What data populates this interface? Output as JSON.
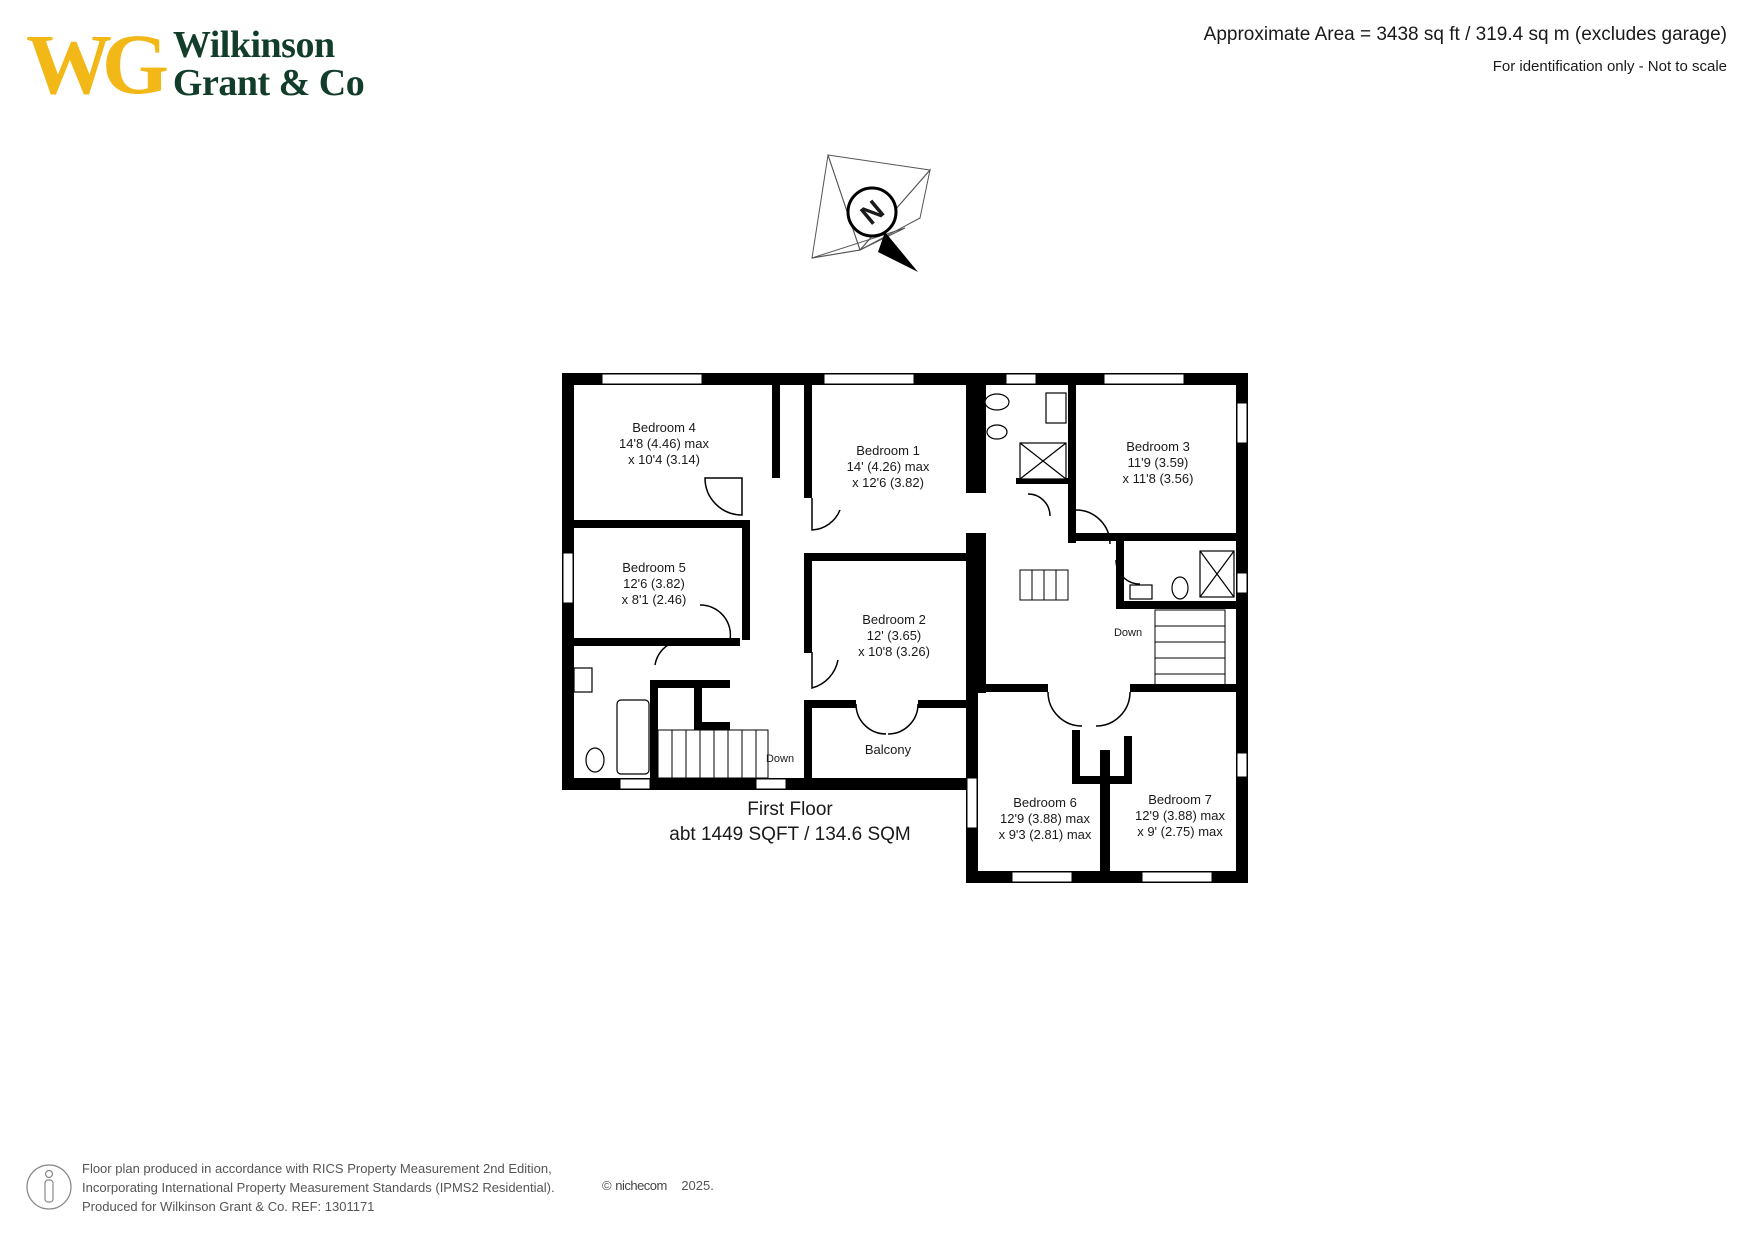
{
  "header": {
    "logo_mark": "WG",
    "logo_line1": "Wilkinson",
    "logo_line2": "Grant & Co",
    "area_title": "Approximate Area = 3438 sq ft / 319.4 sq m (excludes garage)",
    "area_note": "For identification only - Not to scale"
  },
  "compass": {
    "label": "N"
  },
  "floor": {
    "name": "First Floor",
    "area": "abt 1449 SQFT / 134.6 SQM"
  },
  "rooms": {
    "bedroom4": {
      "name": "Bedroom 4",
      "dim1": "14'8 (4.46) max",
      "dim2": "x 10'4 (3.14)"
    },
    "bedroom1": {
      "name": "Bedroom 1",
      "dim1": "14' (4.26) max",
      "dim2": "x 12'6 (3.82)"
    },
    "bedroom3": {
      "name": "Bedroom 3",
      "dim1": "11'9 (3.59)",
      "dim2": "x 11'8 (3.56)"
    },
    "bedroom5": {
      "name": "Bedroom 5",
      "dim1": "12'6 (3.82)",
      "dim2": "x 8'1 (2.46)"
    },
    "bedroom2": {
      "name": "Bedroom 2",
      "dim1": "12' (3.65)",
      "dim2": "x 10'8 (3.26)"
    },
    "bedroom6": {
      "name": "Bedroom 6",
      "dim1": "12'9 (3.88) max",
      "dim2": "x 9'3 (2.81) max"
    },
    "bedroom7": {
      "name": "Bedroom 7",
      "dim1": "12'9 (3.88) max",
      "dim2": "x 9' (2.75) max"
    },
    "balcony": {
      "name": "Balcony"
    },
    "stairs_left": {
      "label": "Down"
    },
    "stairs_right": {
      "label": "Down"
    }
  },
  "footer": {
    "line1": "Floor plan produced in accordance with RICS Property Measurement 2nd Edition,",
    "line2": "Incorporating International Property Measurement Standards (IPMS2 Residential).",
    "line3": "Produced for Wilkinson Grant & Co.   REF:  1301171",
    "copyright": "©",
    "brand": "nichecom",
    "year": "2025."
  },
  "colors": {
    "logo_gold": "#f2b817",
    "logo_green": "#123d2a",
    "wall": "#000000"
  }
}
